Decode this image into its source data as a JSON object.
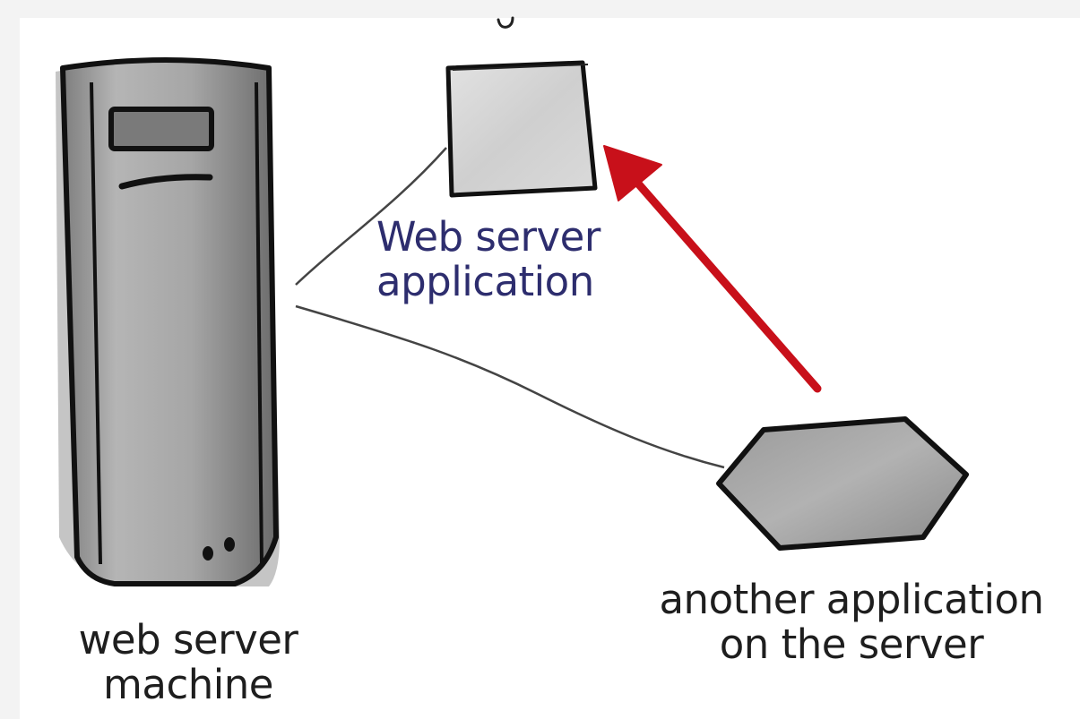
{
  "diagram": {
    "nodes": {
      "server_machine": {
        "label_lines": [
          "web server",
          "machine"
        ]
      },
      "web_server_app": {
        "label_lines": [
          "Web server",
          "application"
        ]
      },
      "other_app": {
        "label_lines": [
          "another application",
          "on the server"
        ]
      }
    },
    "connections": [
      {
        "from": "server_machine",
        "to": "web_server_app",
        "style": "thin-line"
      },
      {
        "from": "server_machine",
        "to": "other_app",
        "style": "thin-line"
      },
      {
        "from": "other_app",
        "to": "web_server_app",
        "style": "arrow",
        "color": "#c8101a"
      }
    ]
  },
  "colors": {
    "arrow": "#c8101a",
    "web_app_label": "#2d2d6e",
    "outline": "#111111"
  }
}
